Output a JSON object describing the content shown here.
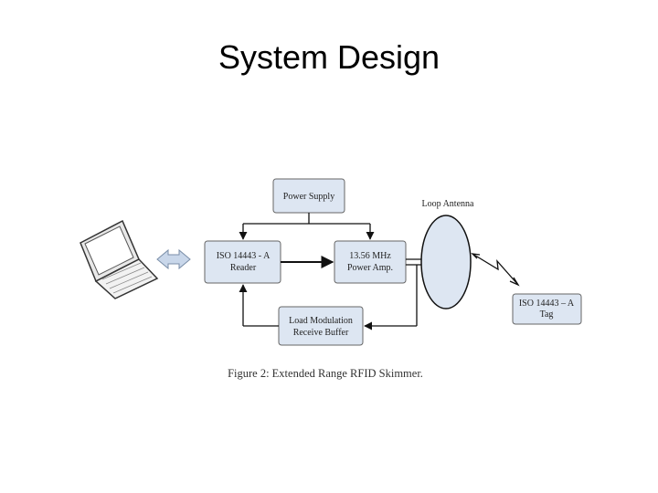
{
  "slide": {
    "title": "System Design"
  },
  "diagram": {
    "power_supply": "Power Supply",
    "reader": [
      "ISO 14443 - A",
      "Reader"
    ],
    "power_amp": [
      "13.56 MHz",
      "Power Amp."
    ],
    "load_mod": [
      "Load Modulation",
      "Receive Buffer"
    ],
    "loop_antenna": "Loop Antenna",
    "tag": [
      "ISO 14443 – A",
      "Tag"
    ],
    "caption": "Figure 2: Extended Range RFID Skimmer."
  },
  "colors": {
    "box_fill": "#dde6f2",
    "box_stroke": "#666666",
    "arrow_fill": "#c9d7ea"
  }
}
